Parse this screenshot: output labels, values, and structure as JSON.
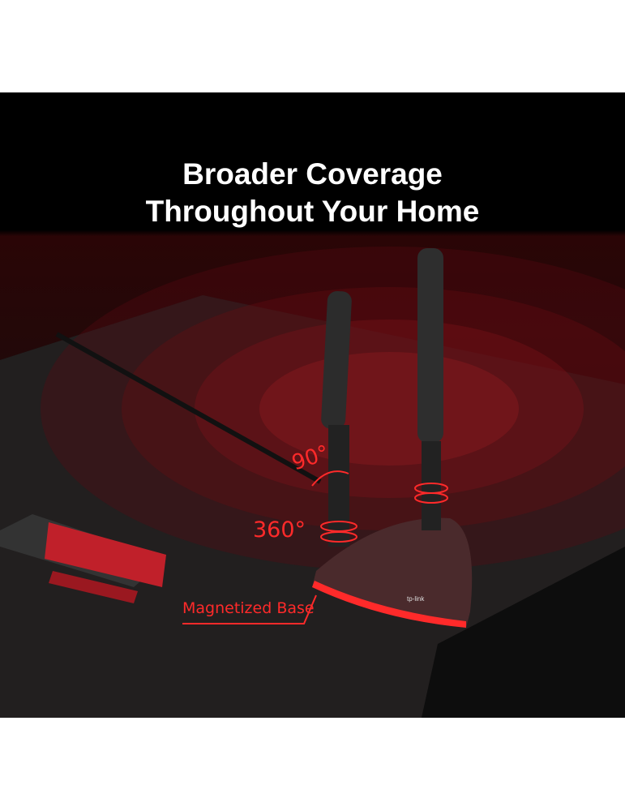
{
  "headline": {
    "line1": "Broader Coverage",
    "line2": "Throughout Your Home"
  },
  "callouts": {
    "tilt": "90°",
    "rotate": "360°",
    "base": "Magnetized Base"
  },
  "brand": "tp-link",
  "colors": {
    "accent": "#ff2a2a",
    "background": "#000000"
  }
}
